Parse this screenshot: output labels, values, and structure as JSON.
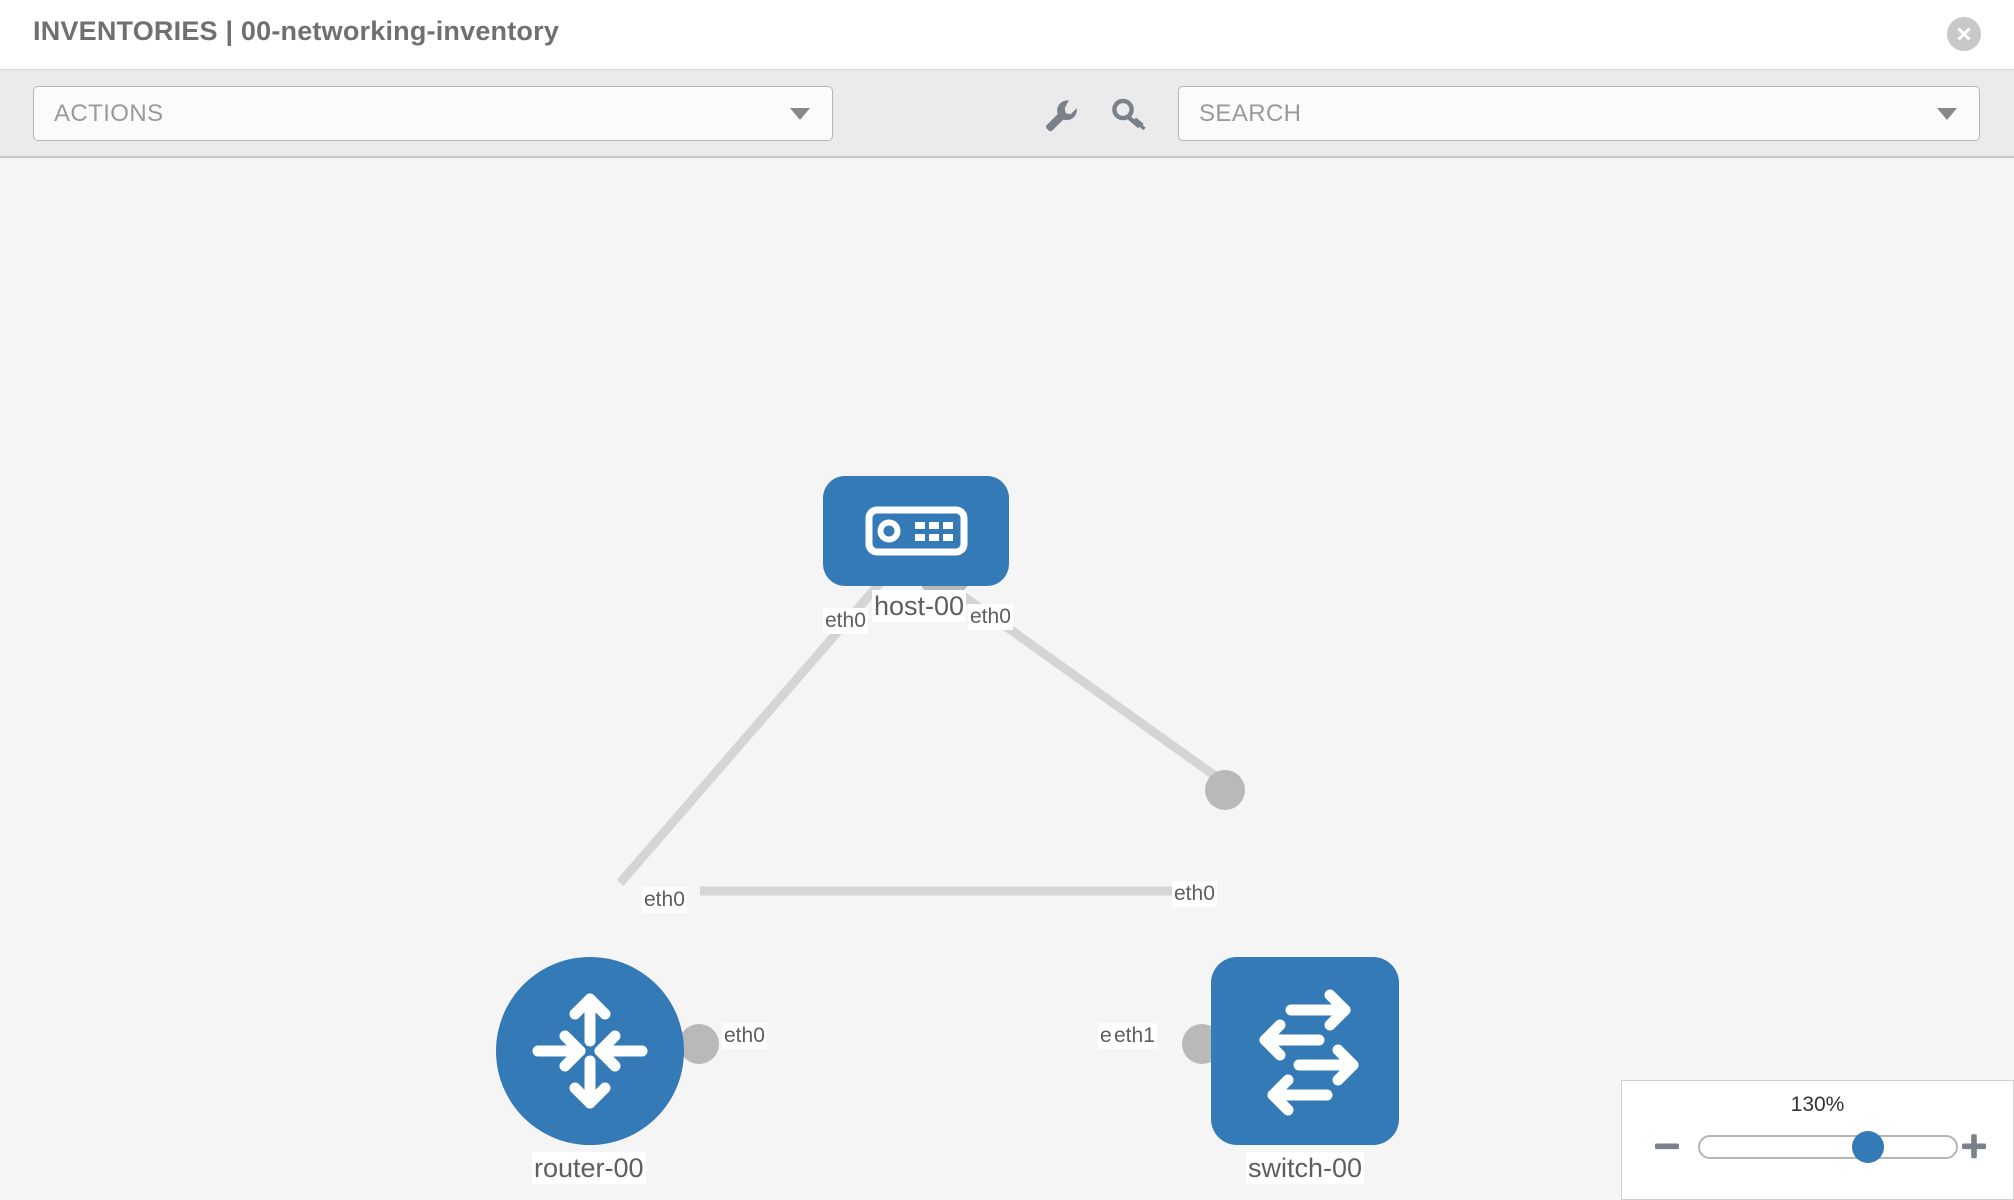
{
  "header": {
    "title": "INVENTORIES | 00-networking-inventory",
    "close_icon": "close-icon"
  },
  "toolbar": {
    "actions_label": "ACTIONS",
    "search_placeholder": "SEARCH",
    "wrench_icon": "wrench-icon",
    "key_icon": "key-icon",
    "caret_icon": "chevron-down-icon"
  },
  "topology": {
    "nodes": [
      {
        "id": "host-00",
        "label": "host-00",
        "type": "host",
        "icon": "server-icon",
        "color": "#337ab7"
      },
      {
        "id": "router-00",
        "label": "router-00",
        "type": "router",
        "icon": "router-arrows-icon",
        "color": "#337ab7"
      },
      {
        "id": "switch-00",
        "label": "switch-00",
        "type": "switch",
        "icon": "switch-arrows-icon",
        "color": "#337ab7"
      }
    ],
    "edge_labels": {
      "host_left": "eth0",
      "host_right": "eth0",
      "router_to_host": "eth0",
      "switch_to_host": "eth0",
      "router_to_switch": "eth0",
      "switch_to_router_under": "eth0",
      "switch_to_router": "eth1"
    },
    "link_color": "#d5d5d5",
    "endpoint_color": "#b9b9b9",
    "canvas_color": "#f5f5f5"
  },
  "zoom": {
    "value": "130%",
    "minus_icon": "minus-icon",
    "plus_icon": "plus-icon"
  }
}
